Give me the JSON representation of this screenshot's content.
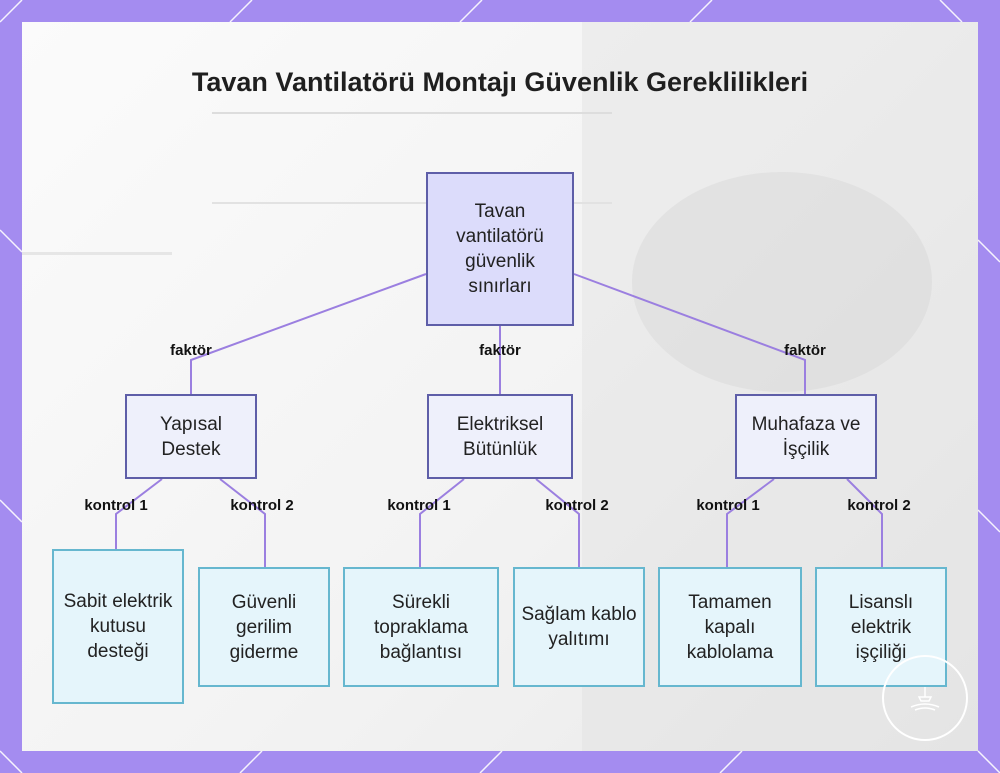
{
  "title": "Tavan Vantilatörü Montajı Güvenlik Gereklilikleri",
  "colors": {
    "frame": "#a48cf0",
    "root_fill": "#dcdcfb",
    "mid_fill": "#eef0fb",
    "node_border": "#5e5ea8",
    "leaf_fill": "#e5f5fb",
    "leaf_border": "#66b7cf",
    "edge": "#9b7fe0"
  },
  "root": {
    "label": "Tavan vantilatörü güvenlik sınırları"
  },
  "factors": [
    {
      "edge_label": "faktör",
      "label": "Yapısal Destek",
      "controls": [
        {
          "edge_label": "kontrol 1",
          "label": "Sabit elektrik kutusu desteği"
        },
        {
          "edge_label": "kontrol 2",
          "label": "Güvenli gerilim giderme"
        }
      ]
    },
    {
      "edge_label": "faktör",
      "label": "Elektriksel Bütünlük",
      "controls": [
        {
          "edge_label": "kontrol 1",
          "label": "Sürekli topraklama bağlantısı"
        },
        {
          "edge_label": "kontrol 2",
          "label": "Sağlam kablo yalıtımı"
        }
      ]
    },
    {
      "edge_label": "faktör",
      "label": "Muhafaza ve İşçilik",
      "controls": [
        {
          "edge_label": "kontrol 1",
          "label": "Tamamen kapalı kablolama"
        },
        {
          "edge_label": "kontrol 2",
          "label": "Lisanslı elektrik işçiliği"
        }
      ]
    }
  ]
}
